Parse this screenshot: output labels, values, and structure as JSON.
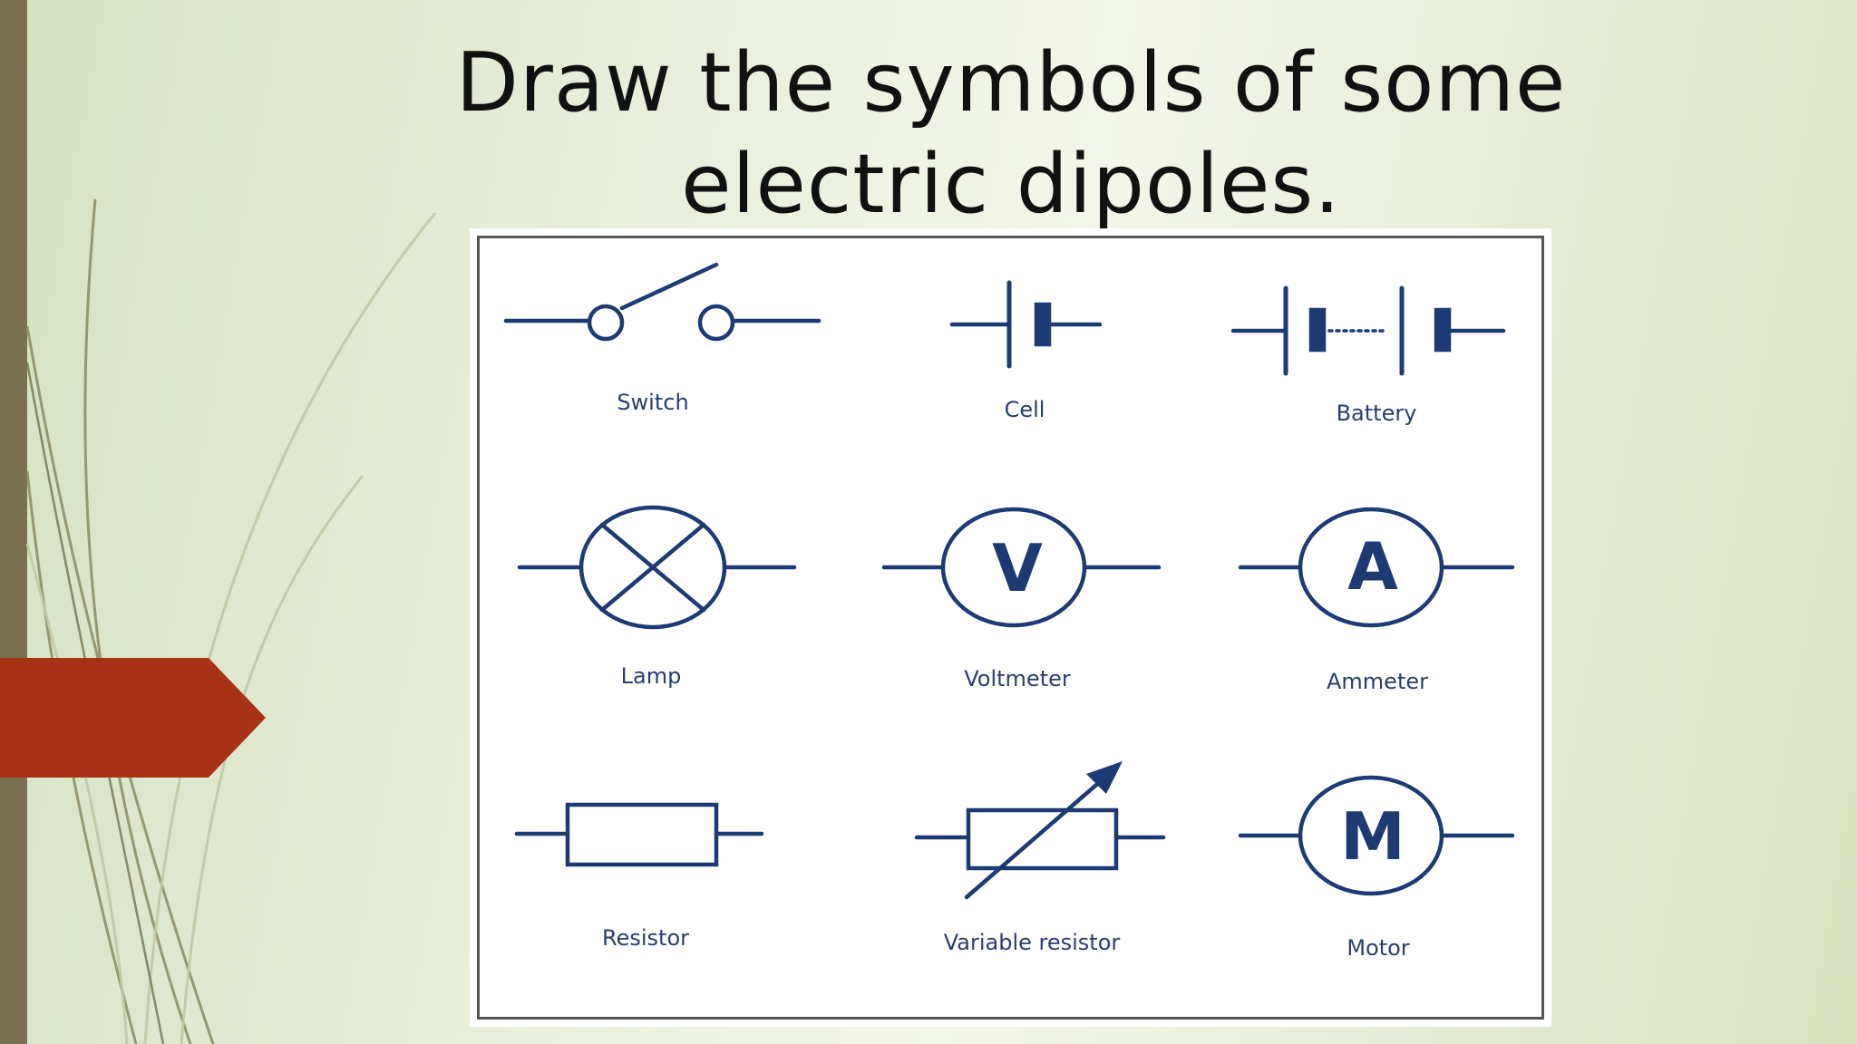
{
  "slide": {
    "title_line1": "Draw the symbols of some",
    "title_line2": "electric dipoles."
  },
  "colors": {
    "symbol_stroke": "#1e3a72",
    "label_text": "#2a3d6e",
    "accent_red": "#a83216",
    "side_bar": "#7a7154"
  },
  "symbols": {
    "switch": "Switch",
    "cell": "Cell",
    "battery": "Battery",
    "lamp": "Lamp",
    "voltmeter": "Voltmeter",
    "ammeter": "Ammeter",
    "resistor": "Resistor",
    "variable_resistor": "Variable resistor",
    "motor": "Motor"
  },
  "letters": {
    "voltmeter": "V",
    "ammeter": "A",
    "motor": "M"
  }
}
